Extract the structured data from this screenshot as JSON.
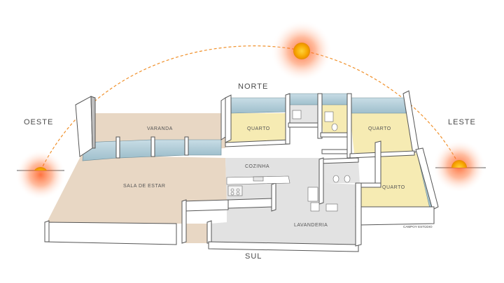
{
  "directions": {
    "north": "NORTE",
    "south": "SUL",
    "east": "LESTE",
    "west": "OESTE"
  },
  "rooms": {
    "varanda": "VARANDA",
    "sala_de_estar": "SALA DE ESTAR",
    "cozinha": "COZINHA",
    "lavanderia": "LAVANDERIA",
    "quarto_1": "QUARTO",
    "quarto_2": "QUARTO",
    "quarto_3": "QUARTO"
  },
  "credit": "CAMPOY ESTÚDIO",
  "icons": [
    "sun-icon"
  ],
  "colors": {
    "sun_core": "#f5a800",
    "sun_glow": "#ff5a1e",
    "sun_path": "#f0902a",
    "floor_wood": "#e8d7c4",
    "floor_bedroom": "#f6ebb3",
    "floor_service": "#e2e2e2",
    "wall": "#ffffff",
    "wall_stroke": "#5a5a5a",
    "glass": "#a9c7d3"
  }
}
